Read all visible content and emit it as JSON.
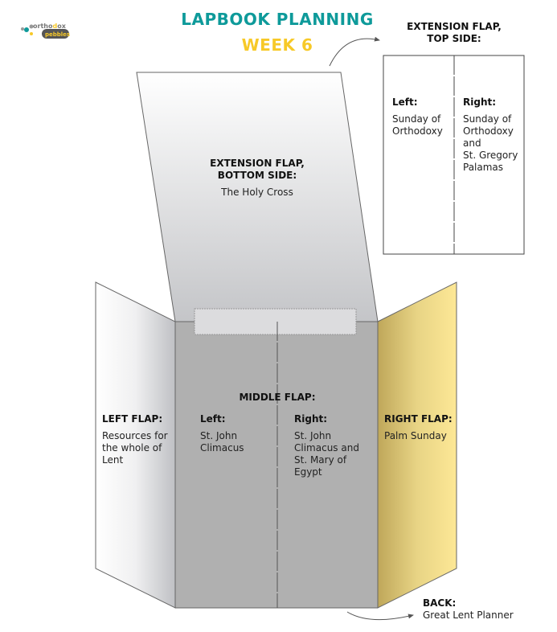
{
  "header": {
    "title": "LAPBOOK PLANNING",
    "subtitle": "WEEK 6",
    "title_color": "#0e9a9a",
    "subtitle_color": "#f7c928"
  },
  "logo": {
    "word1": "orthodox",
    "word2": "pebbles"
  },
  "extension_top": {
    "heading_line1": "EXTENSION FLAP,",
    "heading_line2": "TOP SIDE:",
    "left_label": "Left:",
    "left_text": [
      "Sunday of",
      "Orthodoxy"
    ],
    "right_label": "Right:",
    "right_text": [
      "Sunday of",
      "Orthodoxy",
      "and",
      "St. Gregory",
      "Palamas"
    ]
  },
  "extension_bottom": {
    "heading_line1": "EXTENSION FLAP,",
    "heading_line2": "BOTTOM SIDE:",
    "text": "The Holy Cross"
  },
  "middle_flap": {
    "heading": "MIDDLE FLAP:",
    "left_label": "Left:",
    "left_text": [
      "St. John",
      "Climacus"
    ],
    "right_label": "Right:",
    "right_text": [
      "St. John",
      "Climacus and",
      "St. Mary of",
      "Egypt"
    ]
  },
  "left_flap": {
    "heading": "LEFT FLAP:",
    "text": [
      "Resources for",
      "the whole of",
      "Lent"
    ]
  },
  "right_flap": {
    "heading": "RIGHT FLAP:",
    "text": "Palm Sunday"
  },
  "back": {
    "heading": "BACK:",
    "text": "Great Lent Planner"
  }
}
